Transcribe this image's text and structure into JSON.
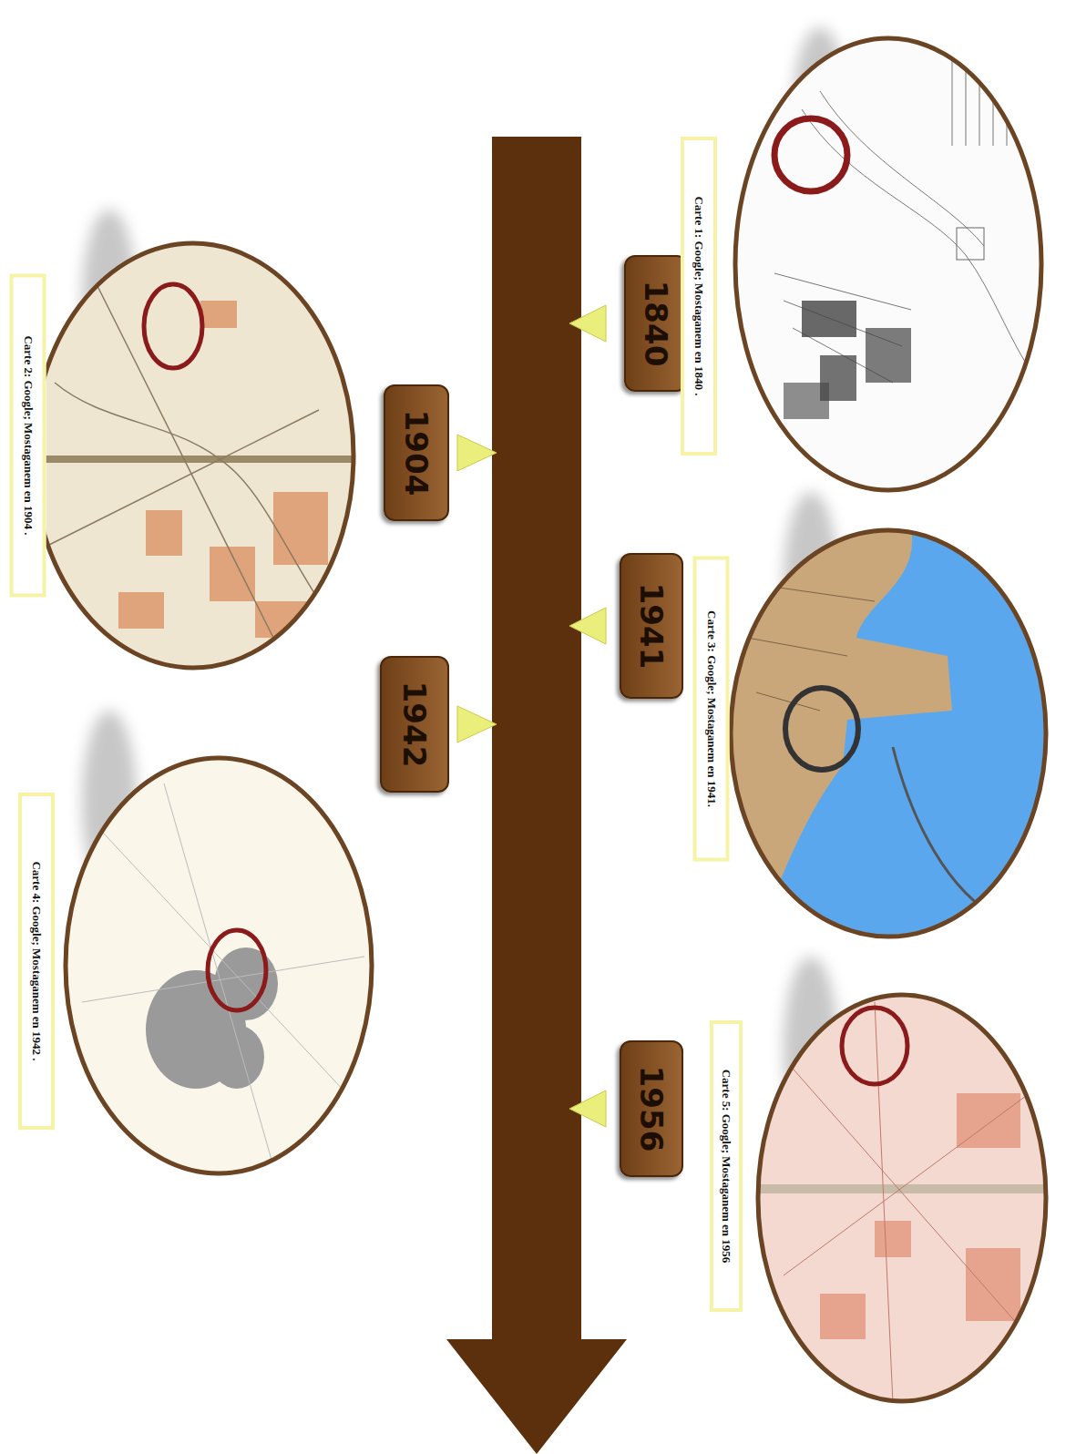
{
  "diagram": {
    "nodes": [
      {
        "text": [
          "1840"
        ]
      },
      {
        "text": [
          "Carte 1: Google; Mostaganem en 1840 ."
        ]
      },
      {
        "text": [
          "1904"
        ]
      },
      {
        "text": [
          "Carte 2: Google; Mostaganem en 1904 ."
        ]
      },
      {
        "text": [
          "1941"
        ]
      },
      {
        "text": [
          "Carte 3: Google; Mostaganem en 1941."
        ]
      },
      {
        "text": [
          "1942"
        ]
      },
      {
        "text": [
          "Carte 4: Google; Mostaganem en 1942 ."
        ]
      },
      {
        "text": [
          "1956"
        ]
      },
      {
        "text": [
          "Carte 5: Google; Mostaganem en 1956"
        ]
      }
    ]
  }
}
